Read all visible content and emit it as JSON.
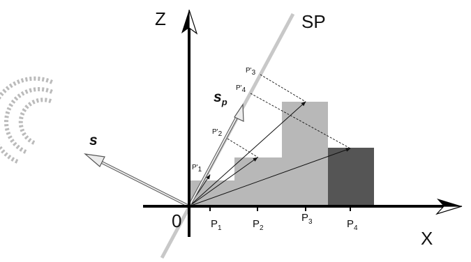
{
  "axes": {
    "z_label": "Z",
    "x_label": "X",
    "origin_label": "0",
    "sp_label": "SP"
  },
  "points": [
    {
      "base": "P",
      "sub": "1"
    },
    {
      "base": "P",
      "sub": "2"
    },
    {
      "base": "P",
      "sub": "3"
    },
    {
      "base": "P",
      "sub": "4"
    }
  ],
  "projections": [
    {
      "base": "P'",
      "sub": "1"
    },
    {
      "base": "P'",
      "sub": "2"
    },
    {
      "base": "P'",
      "sub": "3"
    },
    {
      "base": "P'",
      "sub": "4"
    }
  ],
  "vectors": {
    "s_label": "s",
    "sp_vec_base": "s",
    "sp_vec_sub": "p"
  },
  "colors": {
    "axis": "#000000",
    "sp_line": "#c8c8c8",
    "bar_light": "#b8b8b8",
    "bar_dark": "#555555",
    "waves": "#bbbbbb"
  }
}
